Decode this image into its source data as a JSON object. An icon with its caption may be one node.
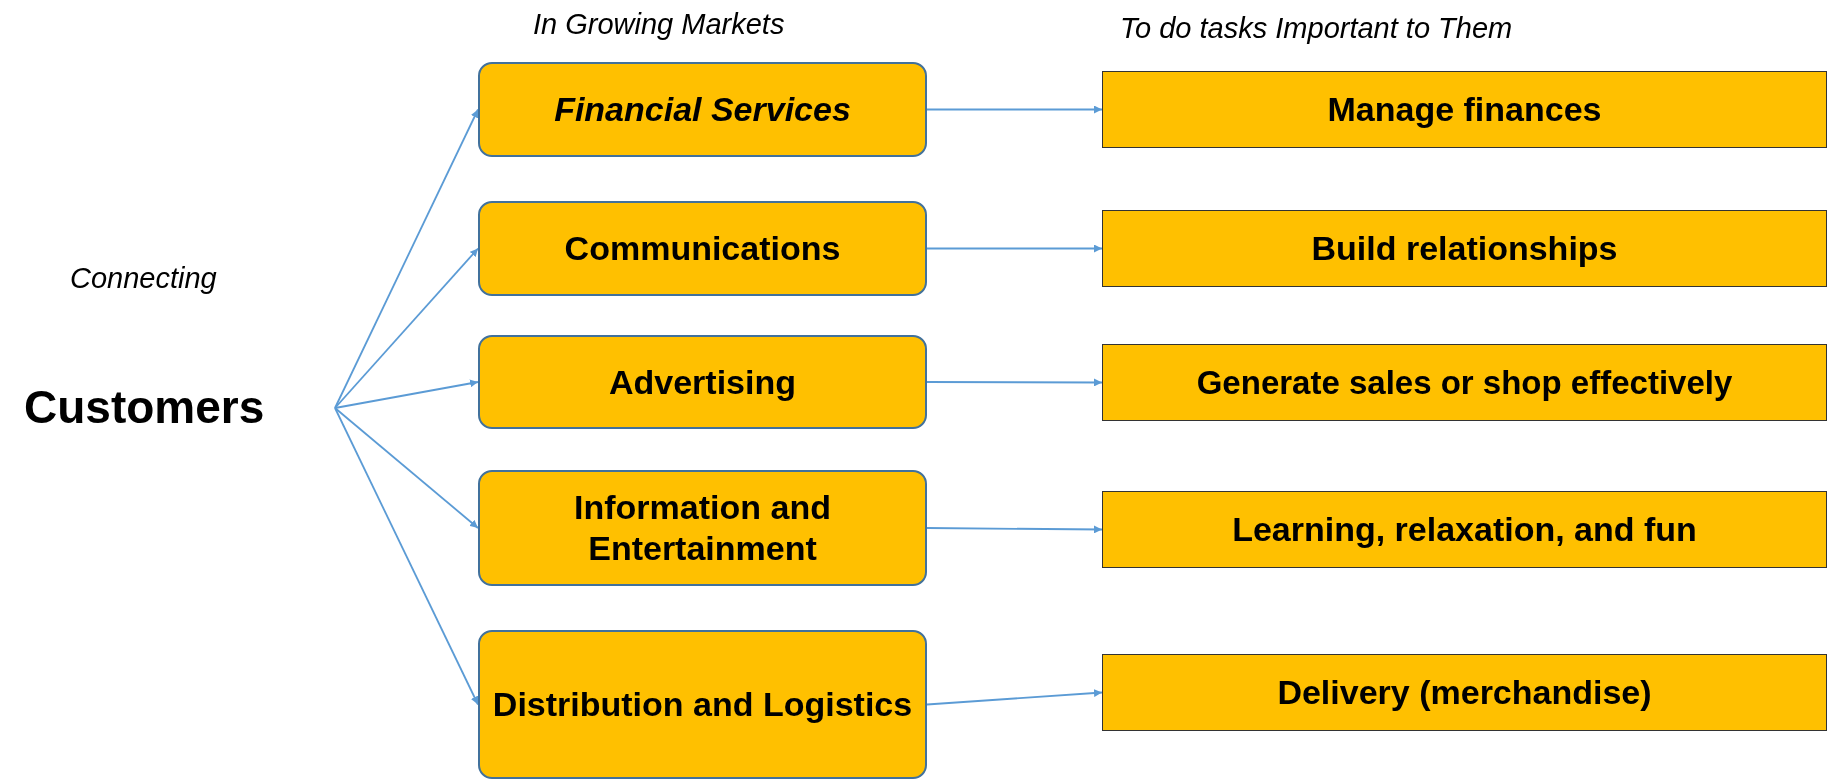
{
  "diagram": {
    "nodes": [
      {
        "text": [
          "Customers"
        ]
      },
      {
        "text": [
          "Financial Services"
        ]
      },
      {
        "text": [
          "Communications"
        ]
      },
      {
        "text": [
          "Advertising"
        ]
      },
      {
        "text": [
          "Information and Entertainment"
        ]
      },
      {
        "text": [
          "Distribution and Logistics"
        ]
      },
      {
        "text": [
          "Manage finances"
        ]
      },
      {
        "text": [
          "Build relationships"
        ]
      },
      {
        "text": [
          "Generate sales or shop effectively"
        ]
      },
      {
        "text": [
          "Learning, relaxation, and fun"
        ]
      },
      {
        "text": [
          "Delivery (merchandise)"
        ]
      }
    ],
    "edges": [
      {
        "from": 0,
        "to": 1,
        "arrow": "to"
      },
      {
        "from": 0,
        "to": 2,
        "arrow": "to"
      },
      {
        "from": 0,
        "to": 3,
        "arrow": "to"
      },
      {
        "from": 0,
        "to": 4,
        "arrow": "to"
      },
      {
        "from": 0,
        "to": 5,
        "arrow": "to"
      },
      {
        "from": 1,
        "to": 6,
        "arrow": "to"
      },
      {
        "from": 2,
        "to": 7,
        "arrow": "to"
      },
      {
        "from": 3,
        "to": 8,
        "arrow": "to"
      },
      {
        "from": 4,
        "to": 9,
        "arrow": "to"
      },
      {
        "from": 5,
        "to": 10,
        "arrow": "to"
      }
    ],
    "labels": [
      "Connecting",
      "In Growing Markets",
      "To do tasks Important to Them"
    ]
  }
}
